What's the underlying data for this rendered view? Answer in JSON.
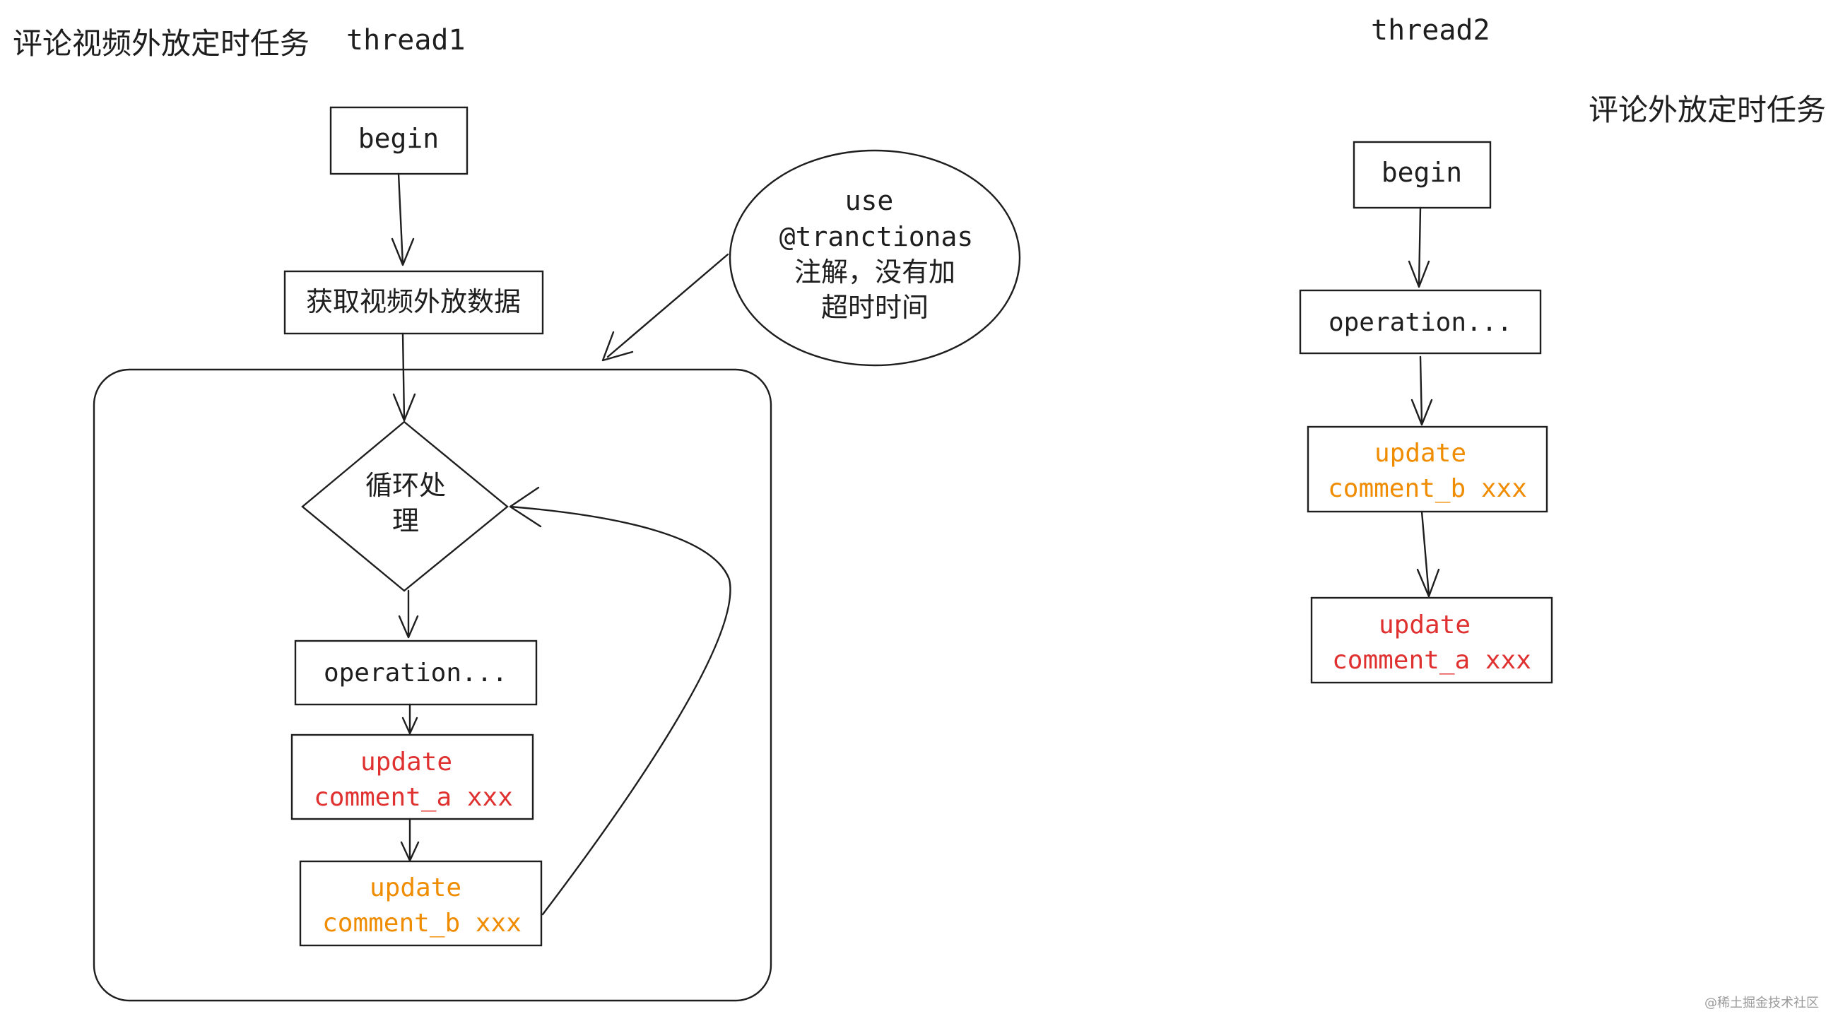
{
  "titles": {
    "left_task": "评论视频外放定时任务",
    "thread1": "thread1",
    "thread2": "thread2",
    "right_task": "评论外放定时任务"
  },
  "thread1": {
    "begin": "begin",
    "fetch": "获取视频外放数据",
    "loop_line1": "循环处",
    "loop_line2": "理",
    "operation": "operation...",
    "update_a_line1": "update",
    "update_a_line2": "comment_a xxx",
    "update_b_line1": "update",
    "update_b_line2": "comment_b xxx"
  },
  "note": {
    "line1": "use",
    "line2": "@tranctionas",
    "line3": "注解，没有加",
    "line4": "超时时间"
  },
  "thread2": {
    "begin": "begin",
    "operation": "operation...",
    "update_b_line1": "update",
    "update_b_line2": "comment_b xxx",
    "update_a_line1": "update",
    "update_a_line2": "comment_a xxx"
  },
  "watermark": "@稀土掘金技术社区",
  "colors": {
    "stroke": "#1e1e1e",
    "red": "#e03131",
    "orange": "#f08c00"
  }
}
